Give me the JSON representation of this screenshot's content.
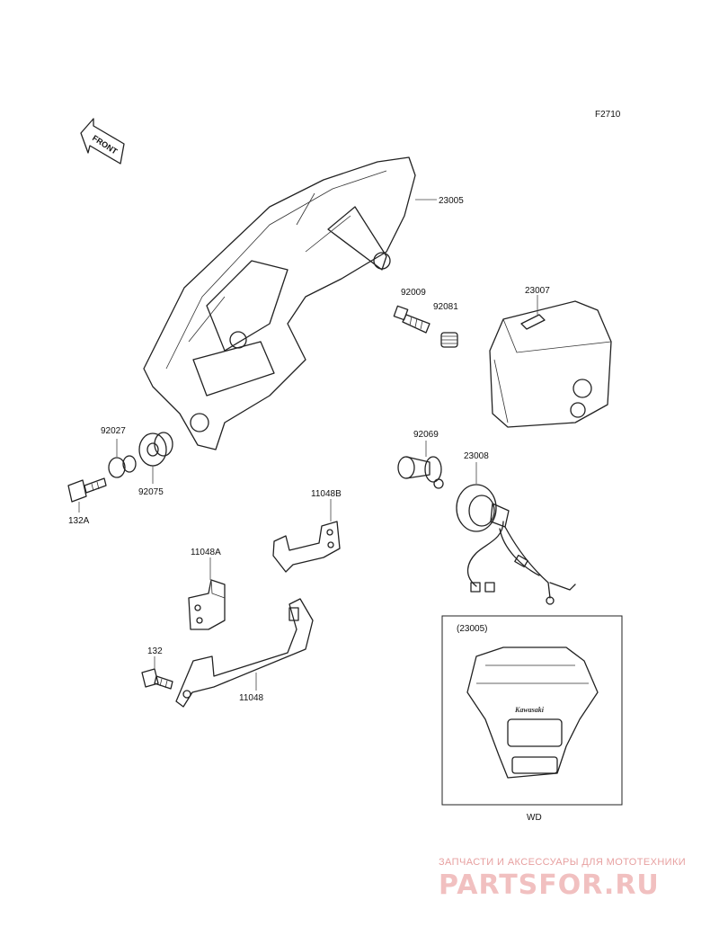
{
  "figure_code": "F2710",
  "front_arrow": "FRONT",
  "parts": {
    "cowl": "23005",
    "bolt_92009": "92009",
    "spring": "92081",
    "headlamp": "23007",
    "collar": "92027",
    "grommet": "92075",
    "bolt_132a": "132A",
    "bulb": "92069",
    "socket": "23008",
    "bracket_b": "11048B",
    "bracket_a": "11048A",
    "bolt_132": "132",
    "stay": "11048"
  },
  "inset": {
    "title": "(23005)",
    "logo_text": "Kawasaki",
    "caption": "WD"
  },
  "watermark": {
    "tagline": "ЗАПЧАСТИ И АКСЕССУАРЫ ДЛЯ МОТОТЕХНИКИ",
    "logo": "PARTSFOR.RU"
  }
}
